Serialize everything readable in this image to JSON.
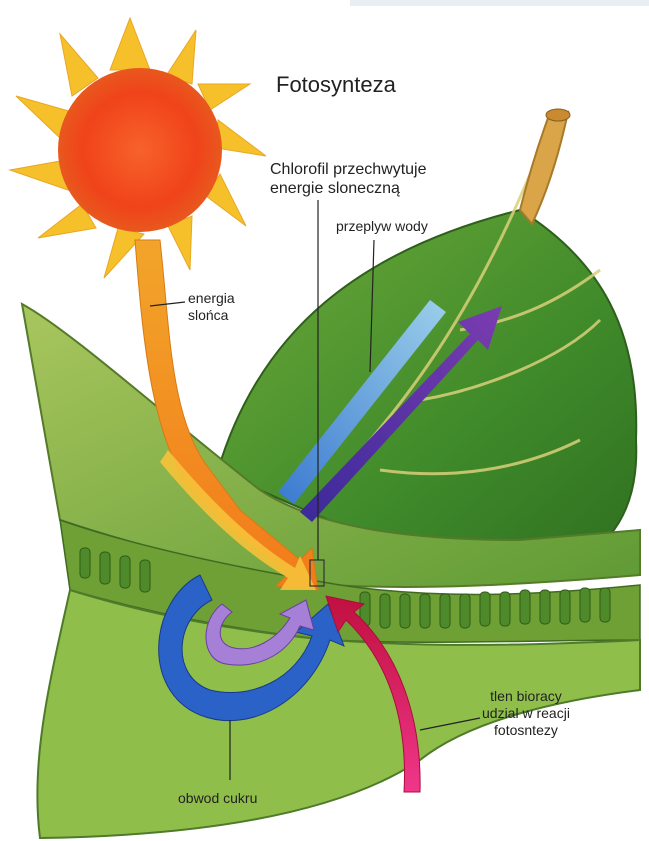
{
  "diagram": {
    "title": "Fotosynteza",
    "labels": {
      "chlorophyll_line1": "Chlorofil przechwytuje",
      "chlorophyll_line2": "energie sloneczną",
      "water_flow": "przeplyw wody",
      "sun_energy_line1": "energia",
      "sun_energy_line2": "slońca",
      "oxygen_line1": "tlen bioracy",
      "oxygen_line2": "udzial w reacji",
      "oxygen_line3": "fotosntezy",
      "sugar_circuit": "obwod cukru"
    }
  },
  "colors": {
    "sun": "#f0431a",
    "sun_rays": "#f6c02a",
    "leaf_dark": "#3f8a2a",
    "leaf_light": "#b7cf6a",
    "stem": "#d9a548",
    "energy_arrow": "#f4a21c",
    "water_arrow": "#5fa8e8",
    "flow_arrow": "#5b2b8c",
    "sugar_arrow_outer": "#2a62c7",
    "sugar_arrow_inner": "#a67fd6",
    "oxygen_arrow": "#e0196c"
  }
}
